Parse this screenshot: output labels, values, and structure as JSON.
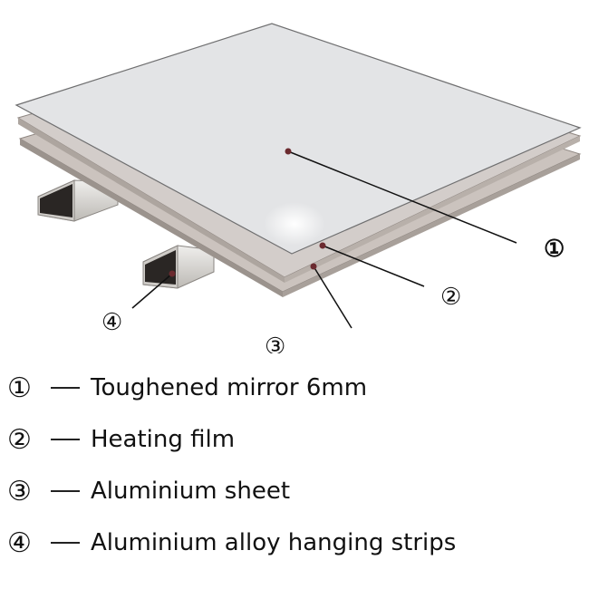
{
  "callouts": [
    {
      "id": "1",
      "symbol": "①"
    },
    {
      "id": "2",
      "symbol": "②"
    },
    {
      "id": "3",
      "symbol": "③"
    },
    {
      "id": "4",
      "symbol": "④"
    }
  ],
  "legend": [
    {
      "symbol": "①",
      "text": "Toughened mirror 6mm"
    },
    {
      "symbol": "②",
      "text": "Heating film"
    },
    {
      "symbol": "③",
      "text": "Aluminium sheet"
    },
    {
      "symbol": "④",
      "text": "Aluminium alloy hanging strips"
    }
  ],
  "colors": {
    "mirror": "#e3e4e6",
    "heating_film": "#d3cdca",
    "aluminium_sheet": "#cbc3be",
    "strip": "#d9d7d3",
    "marker_dot": "#6b2a2f",
    "leader_line": "#111111"
  }
}
